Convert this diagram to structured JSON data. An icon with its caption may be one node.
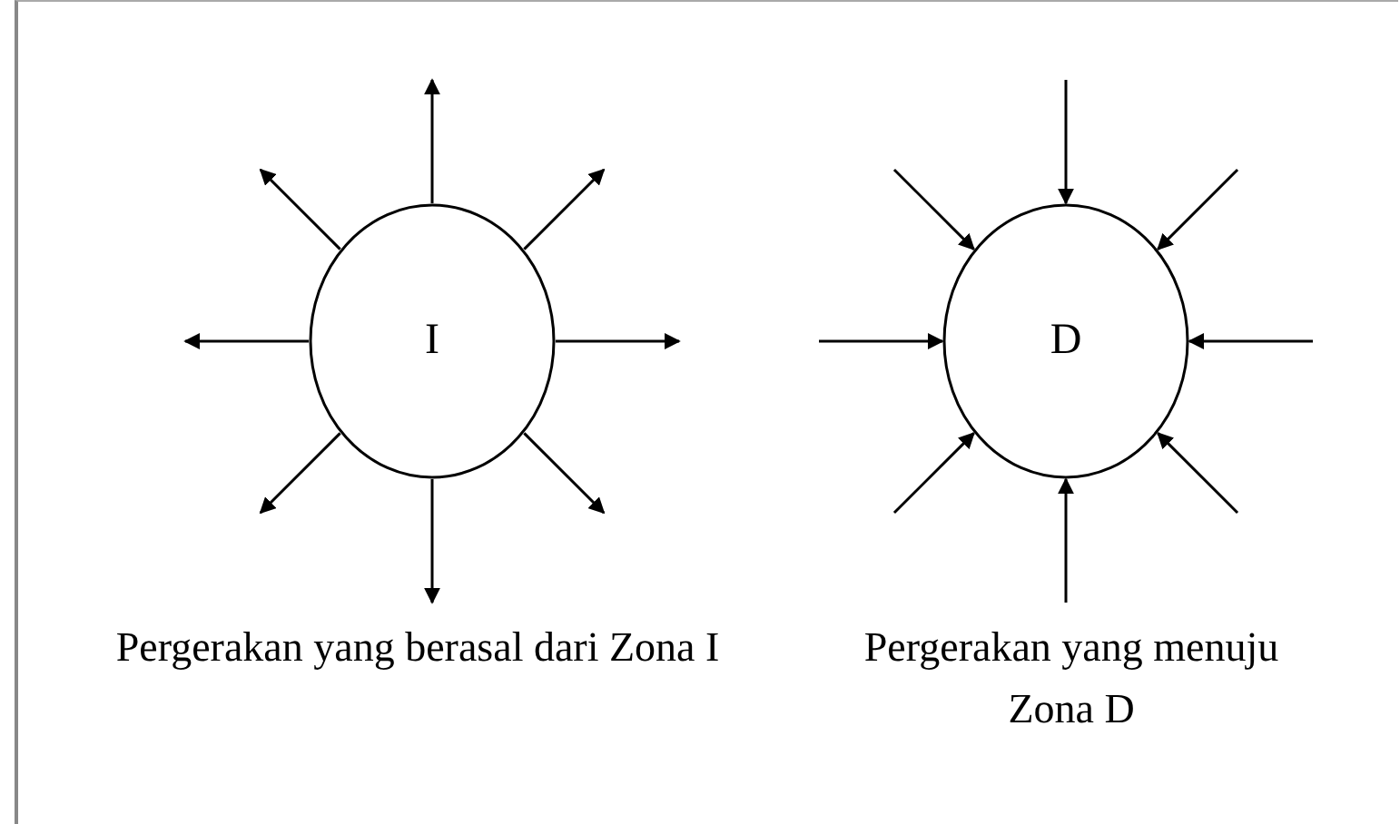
{
  "diagram": {
    "nodes": [
      {
        "text": [
          "I"
        ],
        "beside": [
          "Pergerakan yang berasal dari Zona I"
        ]
      },
      {
        "text": [
          "D"
        ],
        "beside": [
          "Pergerakan yang menuju Zona D"
        ]
      }
    ],
    "edges": [
      {
        "from": 0,
        "to": null,
        "arrow": "to"
      },
      {
        "from": 0,
        "to": null,
        "arrow": "to"
      },
      {
        "from": 0,
        "to": null,
        "arrow": "to"
      },
      {
        "from": 0,
        "to": null,
        "arrow": "to"
      },
      {
        "from": 0,
        "to": null,
        "arrow": "to"
      },
      {
        "from": 0,
        "to": null,
        "arrow": "to"
      },
      {
        "from": 0,
        "to": null,
        "arrow": "to"
      },
      {
        "from": 0,
        "to": null,
        "arrow": "to"
      },
      {
        "from": null,
        "to": 1,
        "arrow": "to"
      },
      {
        "from": null,
        "to": 1,
        "arrow": "to"
      },
      {
        "from": null,
        "to": 1,
        "arrow": "to"
      },
      {
        "from": null,
        "to": 1,
        "arrow": "to"
      },
      {
        "from": null,
        "to": 1,
        "arrow": "to"
      },
      {
        "from": null,
        "to": 1,
        "arrow": "to"
      },
      {
        "from": null,
        "to": 1,
        "arrow": "to"
      },
      {
        "from": null,
        "to": 1,
        "arrow": "to"
      }
    ]
  }
}
